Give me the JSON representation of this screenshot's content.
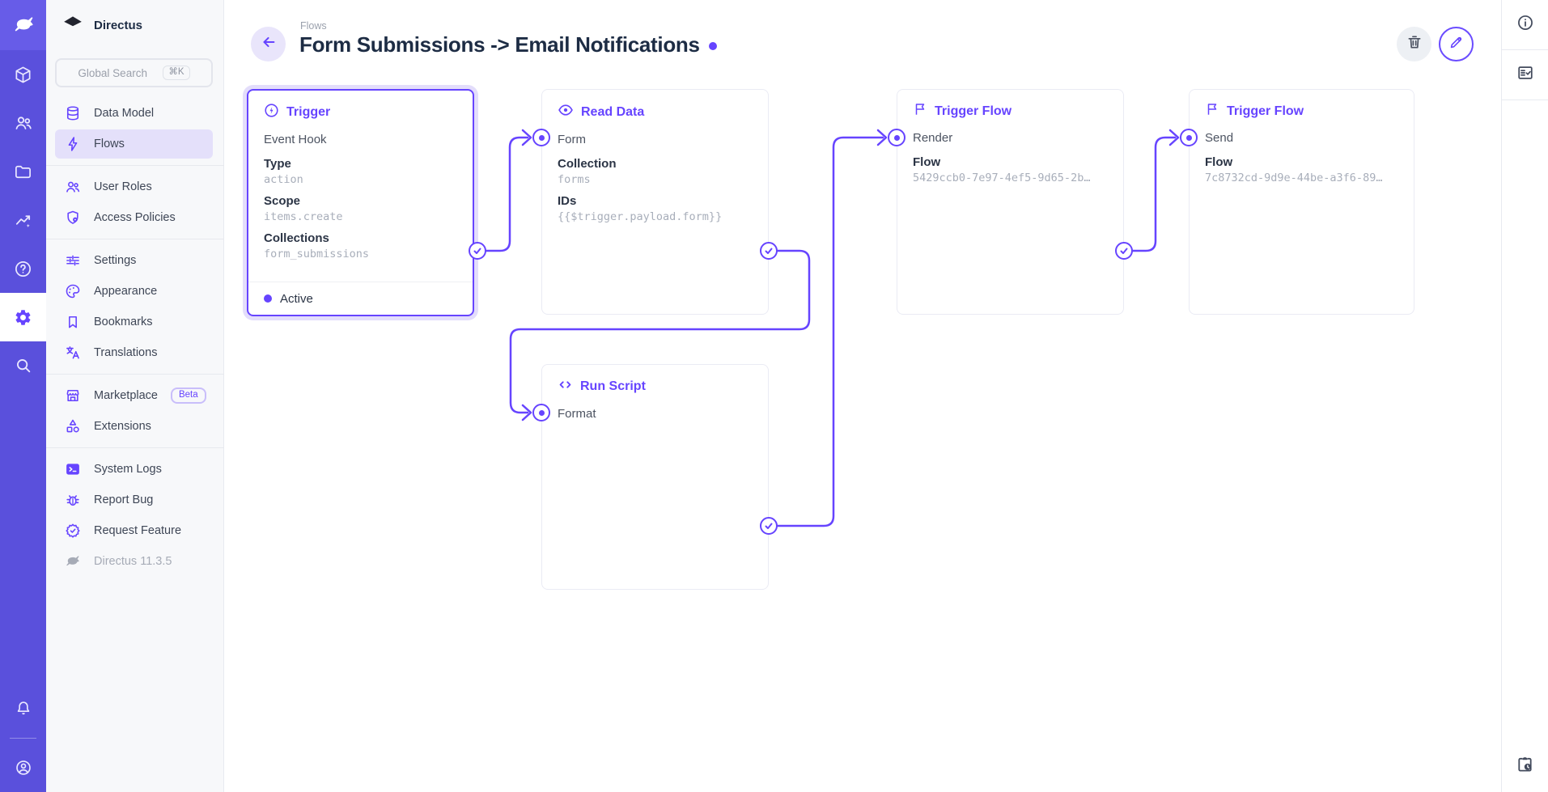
{
  "colors": {
    "accent": "#6644FF",
    "rail": "#5A50DC",
    "rail_top": "#675CE8",
    "nav_active": "#E4E0FA",
    "title": "#1D2C44"
  },
  "sidebar": {
    "project_name": "Directus",
    "search": {
      "placeholder": "Global Search",
      "shortcut": "⌘K"
    },
    "groups": [
      {
        "items": [
          {
            "label": "Data Model",
            "icon": "database-icon"
          },
          {
            "label": "Flows",
            "icon": "bolt-icon",
            "active": true
          }
        ]
      },
      {
        "items": [
          {
            "label": "User Roles",
            "icon": "people-icon"
          },
          {
            "label": "Access Policies",
            "icon": "shield-lock-icon"
          }
        ]
      },
      {
        "items": [
          {
            "label": "Settings",
            "icon": "tune-icon"
          },
          {
            "label": "Appearance",
            "icon": "palette-icon"
          },
          {
            "label": "Bookmarks",
            "icon": "bookmark-icon"
          },
          {
            "label": "Translations",
            "icon": "translate-icon"
          }
        ]
      },
      {
        "items": [
          {
            "label": "Marketplace",
            "icon": "storefront-icon",
            "badge": "Beta"
          },
          {
            "label": "Extensions",
            "icon": "shapes-icon"
          }
        ]
      },
      {
        "items": [
          {
            "label": "System Logs",
            "icon": "terminal-icon"
          },
          {
            "label": "Report Bug",
            "icon": "bug-icon"
          },
          {
            "label": "Request Feature",
            "icon": "seal-check-icon"
          },
          {
            "label": "Directus 11.3.5",
            "icon": "rabbit-icon",
            "muted": true
          }
        ]
      }
    ]
  },
  "header": {
    "breadcrumb": "Flows",
    "title": "Form Submissions -> Email Notifications"
  },
  "flow": {
    "panels": [
      {
        "title": "Trigger",
        "icon": "bolt-circle-icon",
        "subtitle": "Event Hook",
        "fields": [
          {
            "label": "Type",
            "value": "action"
          },
          {
            "label": "Scope",
            "value": "items.create"
          },
          {
            "label": "Collections",
            "value": "form_submissions"
          }
        ],
        "status": "Active"
      },
      {
        "title": "Read Data",
        "icon": "eye-icon",
        "subtitle": "Form",
        "fields": [
          {
            "label": "Collection",
            "value": "forms"
          },
          {
            "label": "IDs",
            "value": "{{$trigger.payload.form}}"
          }
        ]
      },
      {
        "title": "Trigger Flow",
        "icon": "flag-icon",
        "subtitle": "Render",
        "fields": [
          {
            "label": "Flow",
            "value": "5429ccb0-7e97-4ef5-9d65-2b…"
          }
        ]
      },
      {
        "title": "Trigger Flow",
        "icon": "flag-icon",
        "subtitle": "Send",
        "fields": [
          {
            "label": "Flow",
            "value": "7c8732cd-9d9e-44be-a3f6-89…"
          }
        ]
      },
      {
        "title": "Run Script",
        "icon": "code-icon",
        "subtitle": "Format",
        "fields": []
      }
    ]
  }
}
